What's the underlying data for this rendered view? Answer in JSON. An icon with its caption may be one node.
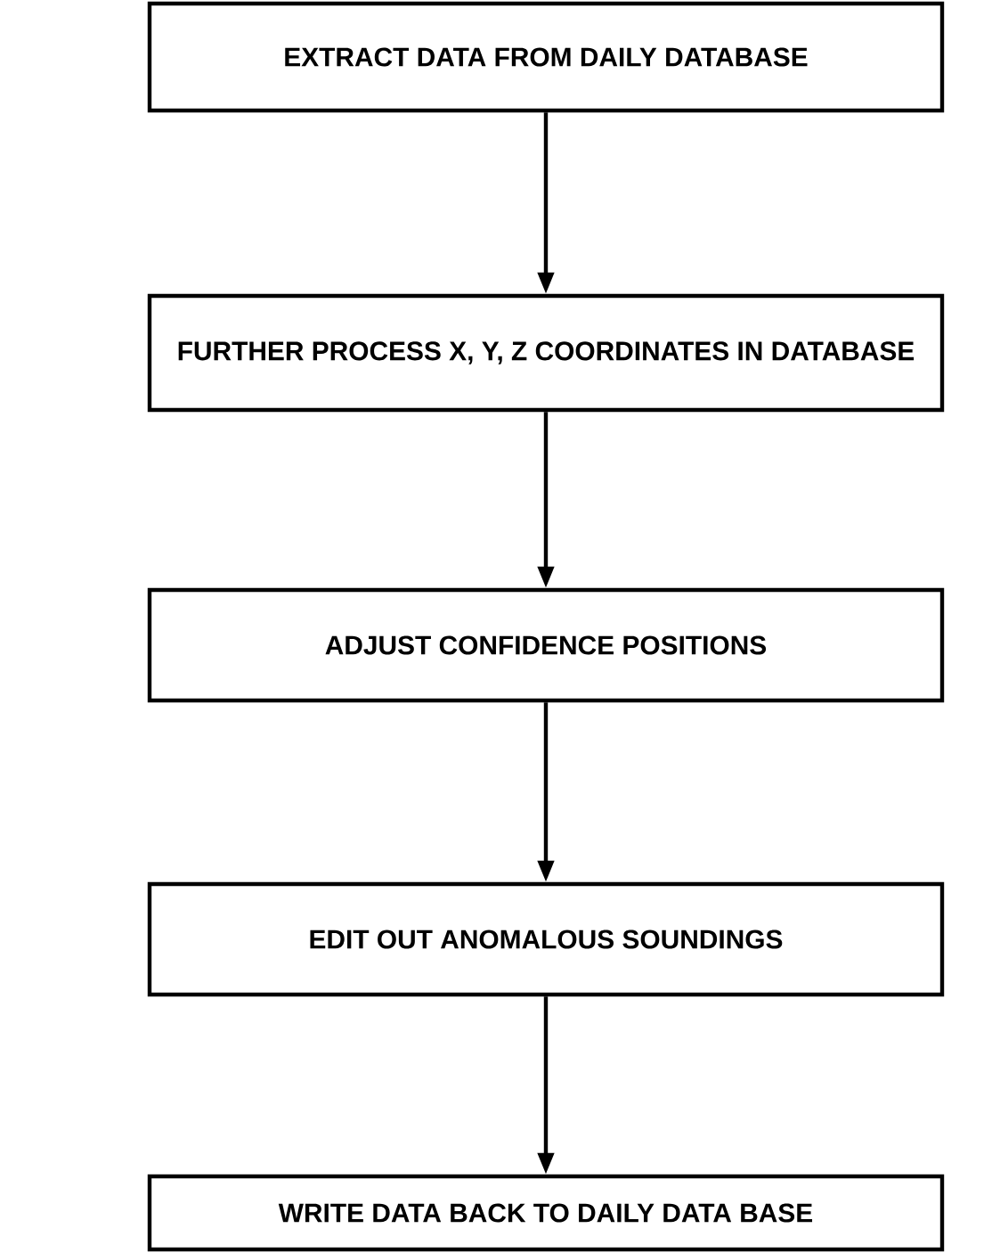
{
  "diagram": {
    "nodes": [
      {
        "text": [
          "EXTRACT DATA FROM DAILY DATABASE"
        ]
      },
      {
        "text": [
          "FURTHER PROCESS X, Y, Z COORDINATES IN DATABASE"
        ]
      },
      {
        "text": [
          "ADJUST CONFIDENCE POSITIONS"
        ]
      },
      {
        "text": [
          "EDIT OUT ANOMALOUS SOUNDINGS"
        ]
      },
      {
        "text": [
          "WRITE DATA BACK TO DAILY DATA BASE"
        ]
      }
    ],
    "edges": [
      {
        "from": 0,
        "to": 1,
        "arrow": "to"
      },
      {
        "from": 1,
        "to": 2,
        "arrow": "to"
      },
      {
        "from": 2,
        "to": 3,
        "arrow": "to"
      },
      {
        "from": 3,
        "to": 4,
        "arrow": "to"
      }
    ]
  }
}
